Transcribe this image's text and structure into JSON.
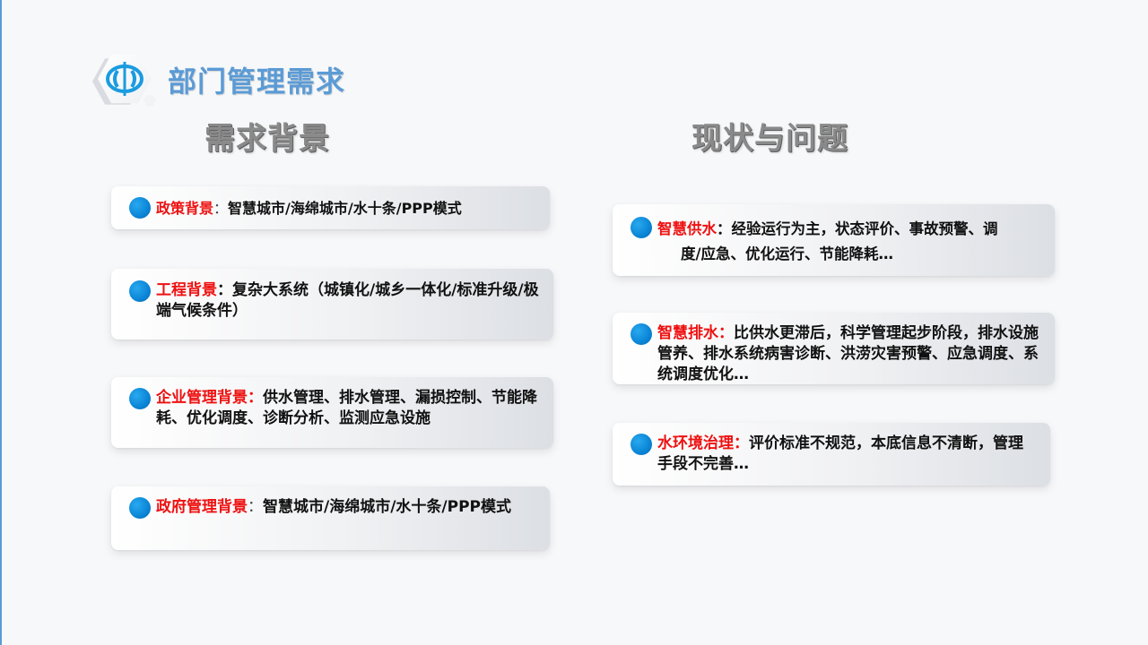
{
  "header": {
    "title": "部门管理需求",
    "logo_icon": "water-logo-icon"
  },
  "colors": {
    "accent_blue": "#5b9bd5",
    "label_red": "#ee1111",
    "bullet_blue": "#0a85d6",
    "section_gray": "#8a8a8a",
    "background": "#f7f8fa"
  },
  "left_section": {
    "title": "需求背景",
    "items": [
      {
        "label": "政策背景",
        "separator": "：",
        "text": "智慧城市/海绵城市/水十条/PPP模式"
      },
      {
        "label": "工程背景",
        "separator": "：",
        "text": "复杂大系统（城镇化/城乡一体化/标准升级/极端气候条件）"
      },
      {
        "label": "企业管理背景",
        "separator": "：",
        "text": "供水管理、排水管理、漏损控制、节能降耗、优化调度、诊断分析、监测应急设施"
      },
      {
        "label": "政府管理背景",
        "separator": "：",
        "text": "智慧城市/海绵城市/水十条/PPP模式"
      }
    ]
  },
  "right_section": {
    "title": "现状与问题",
    "items": [
      {
        "label": "智慧供水",
        "separator": "：",
        "text": "经验运行为主，状态评价、事故预警、调",
        "text2": "度/应急、优化运行、节能降耗…"
      },
      {
        "label": "智慧排水",
        "separator": "：",
        "text": "比供水更滞后，科学管理起步阶段，排水设施管养、排水系统病害诊断、洪涝灾害预警、应急调度、系统调度优化…"
      },
      {
        "label": "水环境治理",
        "separator": "：",
        "text": "评价标准不规范，本底信息不清断，管理手段不完善…"
      }
    ]
  }
}
